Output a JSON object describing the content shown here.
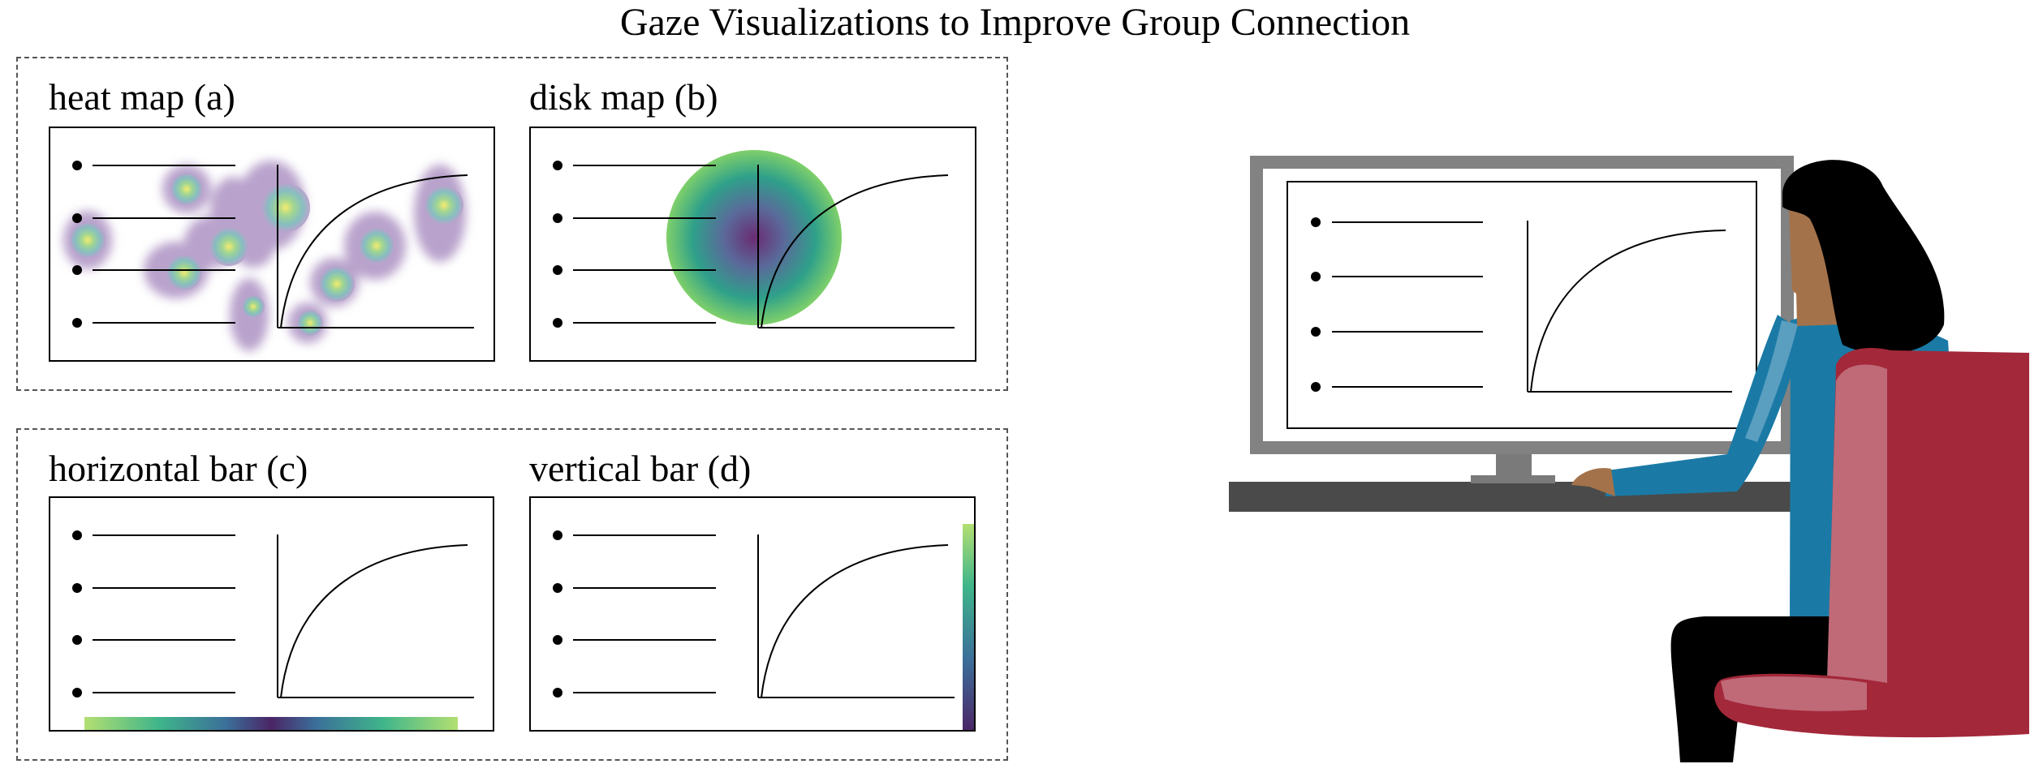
{
  "title": "Gaze Visualizations to Improve Group Connection",
  "panels": [
    {
      "id": "a",
      "label": "heat map (a)",
      "technique": "heat map"
    },
    {
      "id": "b",
      "label": "disk map (b)",
      "technique": "disk map"
    },
    {
      "id": "c",
      "label": "horizontal bar (c)",
      "technique": "horizontal bar"
    },
    {
      "id": "d",
      "label": "vertical bar (d)",
      "technique": "vertical bar"
    }
  ],
  "colors": {
    "colormap": [
      "#440154",
      "#3b528b",
      "#21918c",
      "#5ec962",
      "#fde725"
    ],
    "heat_purple": "#b9a3cc",
    "monitor": "#808080",
    "desk": "#4a4a4a",
    "shirt": "#1a7aa5",
    "chair": "#a3283a",
    "chair_highlight": "#c06a78",
    "skin": "#a4724a",
    "hair": "#000000"
  },
  "icons": [
    "bullet-list-icon",
    "curve-chart-icon",
    "person-at-computer-illustration"
  ]
}
